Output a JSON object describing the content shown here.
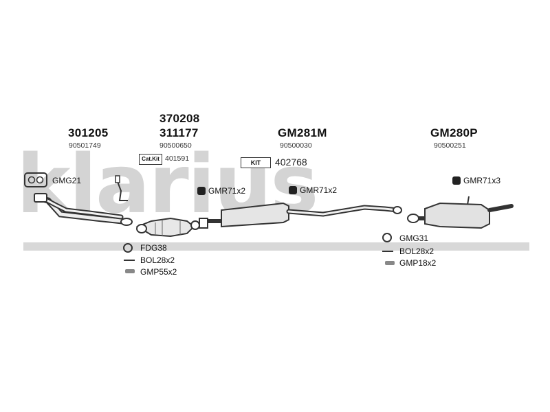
{
  "watermark": "klarius",
  "groups": {
    "front_pipe": {
      "part": "301205",
      "oem": "90501749"
    },
    "catalyst": {
      "part_top": "370208",
      "part": "311177",
      "oem": "90500650",
      "kit_label": "Cat.Kit",
      "kit_number": "401591"
    },
    "middle": {
      "part": "GM281M",
      "oem": "90500030",
      "kit_label": "KIT",
      "kit_number": "402768"
    },
    "rear": {
      "part": "GM280P",
      "oem": "90500251"
    }
  },
  "fittings": {
    "gmg21": "GMG21",
    "gmr_a": "GMR71x2",
    "gmr_b": "GMR71x2",
    "gmr_c": "GMR71x3",
    "fdg38": "FDG38",
    "bol_a": "BOL28x2",
    "gmp55": "GMP55x2",
    "gmg31": "GMG31",
    "bol_b": "BOL28x2",
    "gmp18": "GMP18x2"
  }
}
